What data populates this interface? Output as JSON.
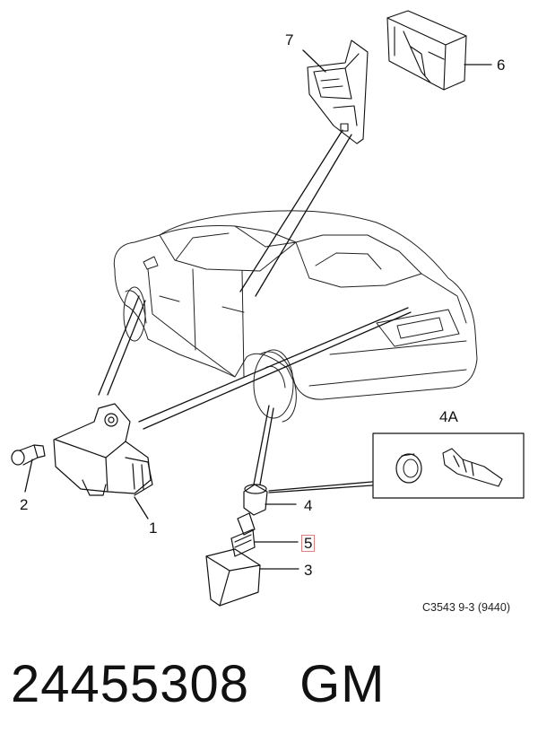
{
  "callouts": {
    "c1": "1",
    "c2": "2",
    "c3": "3",
    "c4": "4",
    "c4a": "4A",
    "c5": "5",
    "c6": "6",
    "c7": "7"
  },
  "reference_code": "C3543 9-3 (9440)",
  "part_number": "24455308",
  "brand": "GM",
  "colors": {
    "line": "#111111",
    "highlight_box": "#e08080"
  }
}
